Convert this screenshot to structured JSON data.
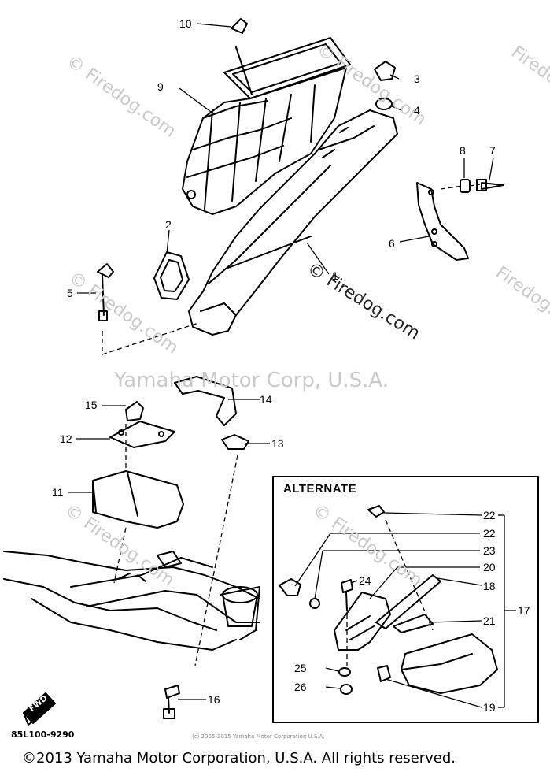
{
  "watermarks": {
    "main": "Yamaha Motor Corp, U.S.A.",
    "site": "© Firedog.com",
    "site_short": "Firedog.com",
    "tiny": "(c) 2005-2015 Yamaha Motor Corporation U.S.A."
  },
  "diagram": {
    "alternate_title": "ALTERNATE",
    "part_code": "85L100-9290",
    "fwd": "FWD",
    "copyright": "©2013 Yamaha Motor Corporation, U.S.A. All rights reserved."
  },
  "callouts": [
    "10",
    "9",
    "3",
    "4",
    "8",
    "7",
    "6",
    "1",
    "2",
    "5",
    "15",
    "14",
    "12",
    "13",
    "11",
    "16",
    "22",
    "22",
    "23",
    "24",
    "20",
    "18",
    "21",
    "17",
    "25",
    "26",
    "19"
  ]
}
